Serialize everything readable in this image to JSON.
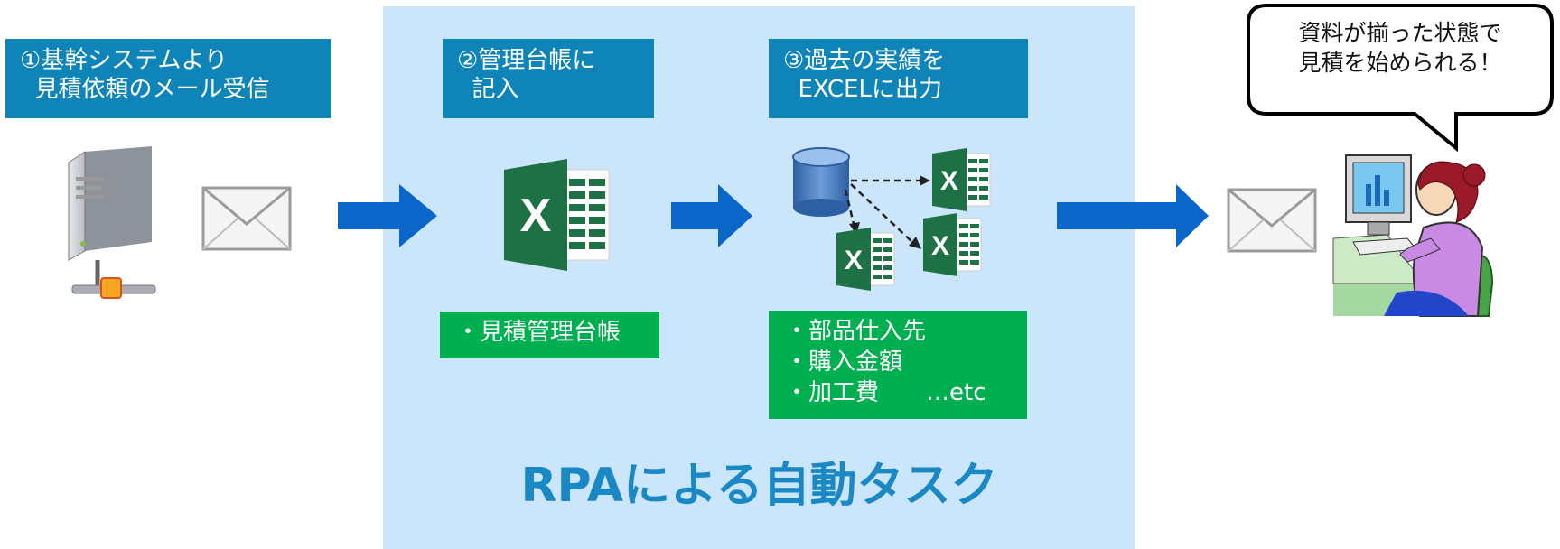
{
  "steps": [
    {
      "lines": [
        "①基幹システムより",
        "  見積依頼のメール受信"
      ]
    },
    {
      "lines": [
        "②管理台帳に",
        "  記入"
      ]
    },
    {
      "lines": [
        "③過去の実績を",
        "  EXCELに出力"
      ]
    }
  ],
  "ledger_box": {
    "lines": [
      "・見積管理台帳"
    ]
  },
  "output_box": {
    "lines": [
      "・部品仕入先",
      "・購入金額",
      "・加工費　　…etc"
    ]
  },
  "rpa_title": "RPAによる自動タスク",
  "speech_bubble": {
    "lines": [
      "資料が揃った状態で",
      "見積を始められる！"
    ]
  },
  "icons": [
    "server-icon",
    "envelope-icon",
    "excel-icon",
    "database-icon",
    "person-at-computer-icon",
    "arrow-right-icon"
  ],
  "colors": {
    "rpa_zone": "#cbe6fb",
    "step_header": "#0e84b9",
    "list_box": "#00b050",
    "arrow": "#0b66c9",
    "title": "#1a88c4",
    "excel_green": "#1e7145"
  }
}
